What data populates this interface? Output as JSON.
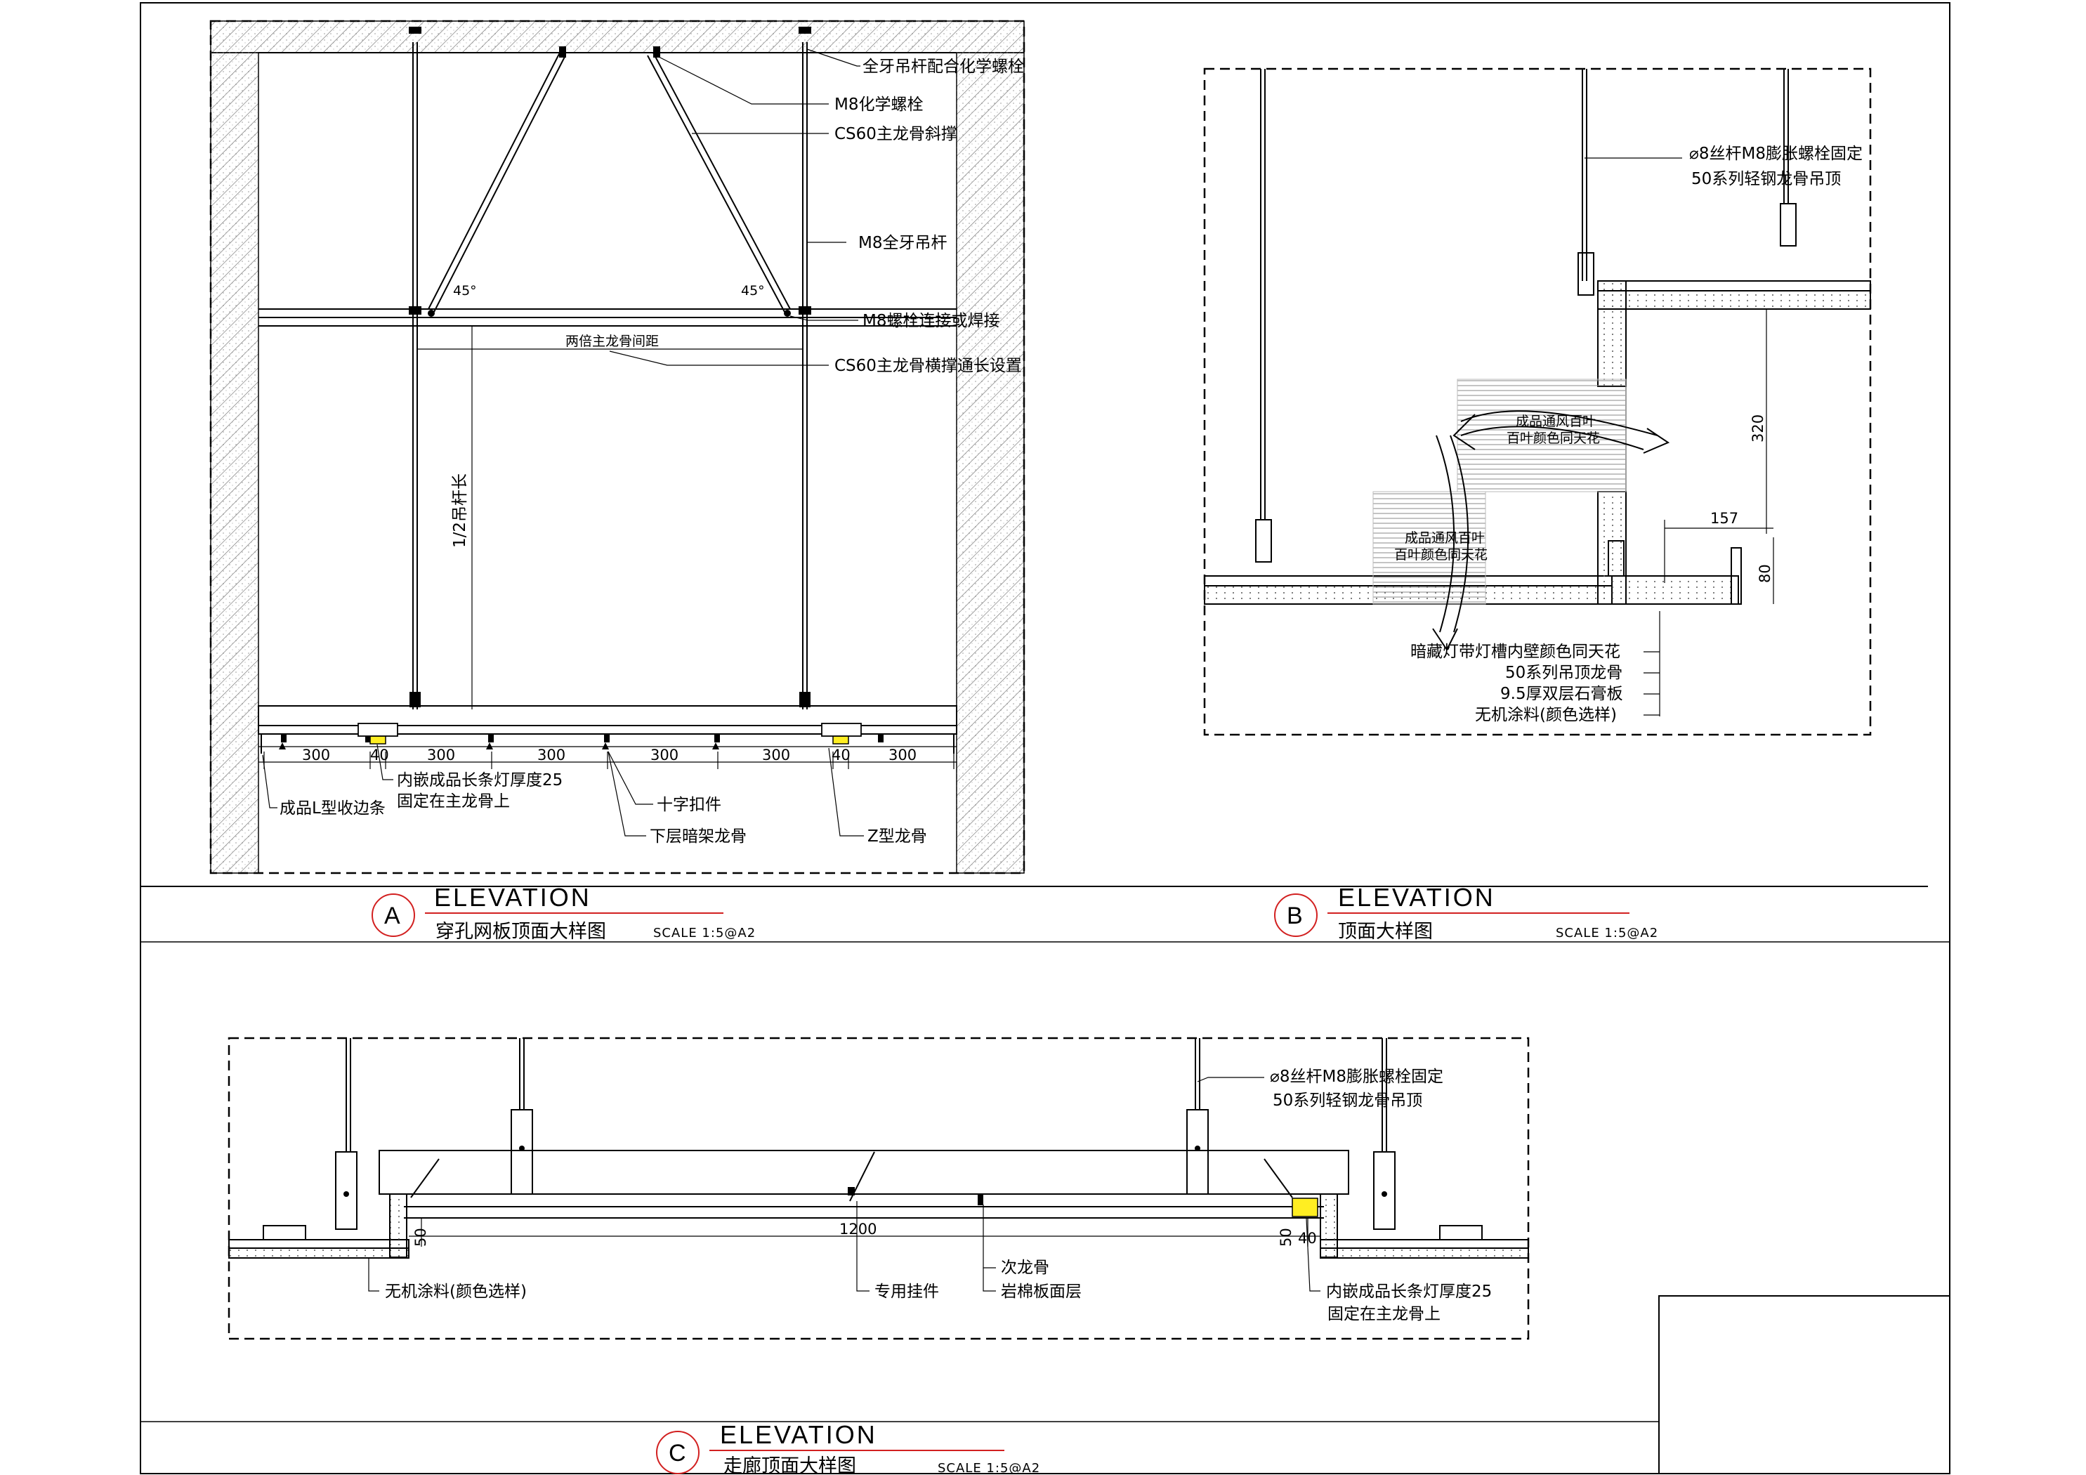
{
  "detail_a": {
    "marker": "A",
    "elevation": "ELEVATION",
    "title": "穿孔网板顶面大样图",
    "scale": "SCALE 1:5@A2",
    "labels": {
      "anchor": "全牙吊杆配合化学螺栓",
      "m8_chem_bolt": "M8化学螺栓",
      "cs60_brace": "CS60主龙骨斜撑",
      "m8_rod": "M8全牙吊杆",
      "m8_weld": "M8螺栓连接或焊接",
      "inner_spacing": "两倍主龙骨间距",
      "cs60_cross": "CS60主龙骨横撑通长设置",
      "half_rod": "1/2吊杆长",
      "light_line1": "内嵌成品长条灯厚度25",
      "light_line2": "固定在主龙骨上",
      "l_trim": "成品L型收边条",
      "cross_clip": "十字扣件",
      "lower_keel": "下层暗架龙骨",
      "z_keel": "Z型龙骨"
    },
    "dims": [
      "300",
      "40",
      "300",
      "300",
      "300",
      "300",
      "40",
      "300"
    ],
    "angle": "45°"
  },
  "detail_b": {
    "marker": "B",
    "elevation": "ELEVATION",
    "title": "顶面大样图",
    "scale": "SCALE 1:5@A2",
    "labels": {
      "rod_line1": "⌀8丝杆M8膨胀螺栓固定",
      "rod_line2": "50系列轻钢龙骨吊顶",
      "vent_top_1": "成品通风百叶",
      "vent_top_2": "百叶颜色同天花",
      "vent_bot_1": "成品通风百叶",
      "vent_bot_2": "百叶颜色同天花",
      "light_trough": "暗藏灯带灯槽内壁颜色同天花",
      "keel50": "50系列吊顶龙骨",
      "gypsum": "9.5厚双层石膏板",
      "paint": "无机涂料(颜色选样)"
    },
    "dims": [
      "320",
      "157",
      "80"
    ]
  },
  "detail_c": {
    "marker": "C",
    "elevation": "ELEVATION",
    "title": "走廊顶面大样图",
    "scale": "SCALE 1:5@A2",
    "labels": {
      "rod_line1": "⌀8丝杆M8膨胀螺栓固定",
      "rod_line2": "50系列轻钢龙骨吊顶",
      "paint": "无机涂料(颜色选样)",
      "hanger": "专用挂件",
      "sub_keel": "次龙骨",
      "rock_board": "岩棉板面层",
      "light_line1": "内嵌成品长条灯厚度25",
      "light_line2": "固定在主龙骨上"
    },
    "dims": [
      "1200",
      "50",
      "50",
      "40"
    ]
  },
  "colors": {
    "line": "#000000",
    "accent": "#d22020",
    "light": "#ffee22"
  }
}
